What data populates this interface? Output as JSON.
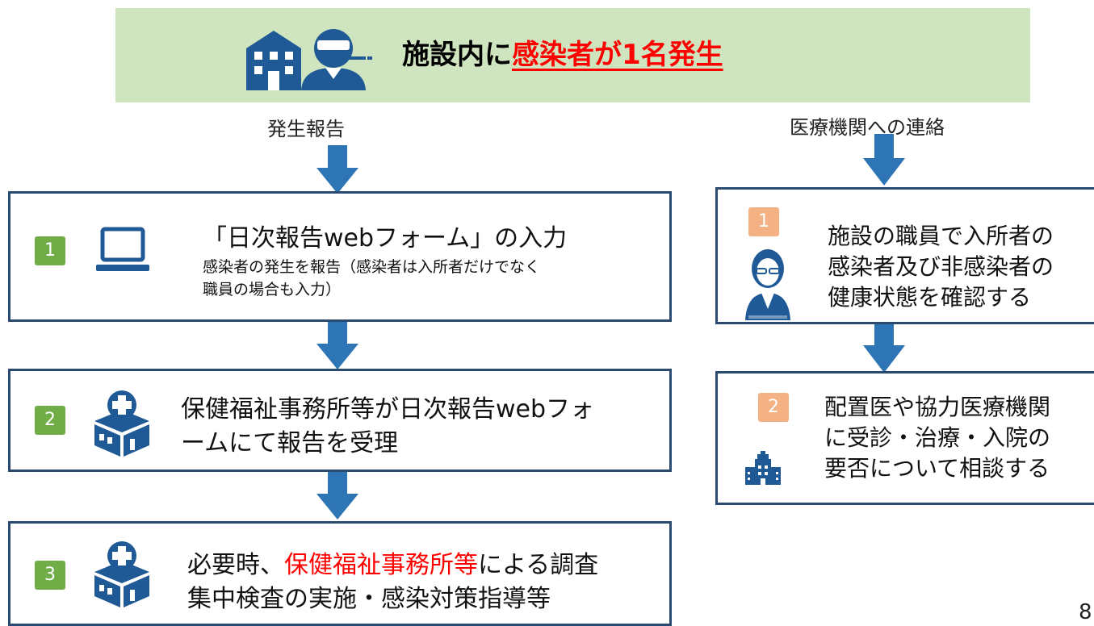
{
  "header": {
    "title_prefix": "施設内に",
    "title_highlight": "感染者が1名発生"
  },
  "labels": {
    "left_flow": "発生報告",
    "right_flow": "医療機関への連絡",
    "page_number": "8"
  },
  "left_steps": [
    {
      "number": "1",
      "title": "「日次報告webフォーム」の入力",
      "detail_line1": "感染者の発生を報告（感染者は入所者だけでなく",
      "detail_line2": "職員の場合も入力）"
    },
    {
      "number": "2",
      "line1": "保健福祉事務所等が日次報告webフォ",
      "line2": "ームにて報告を受理"
    },
    {
      "number": "3",
      "line1_prefix": "必要時、",
      "line1_highlight": "保健福祉事務所等",
      "line1_suffix": "による調査",
      "line2": "集中検査の実施・感染対策指導等"
    }
  ],
  "right_steps": [
    {
      "number": "1",
      "line1": "施設の職員で入所者の",
      "line2": "感染者及び非感染者の",
      "line3": "健康状態を確認する"
    },
    {
      "number": "2",
      "line1": "配置医や協力医療機関",
      "line2": "に受診・治療・入院の",
      "line3": "要否について相談する"
    }
  ],
  "colors": {
    "header_bg": "#cfe5bf",
    "arrow": "#2e75b6",
    "box_border": "#2b4a6f",
    "badge_green": "#70ad47",
    "badge_peach": "#f4b183",
    "highlight": "#ff0000",
    "icon": "#1f5a96"
  },
  "icons": [
    "building-icon",
    "infected-person-icon",
    "laptop-icon",
    "health-office-icon",
    "doctor-icon",
    "hospital-icon"
  ]
}
